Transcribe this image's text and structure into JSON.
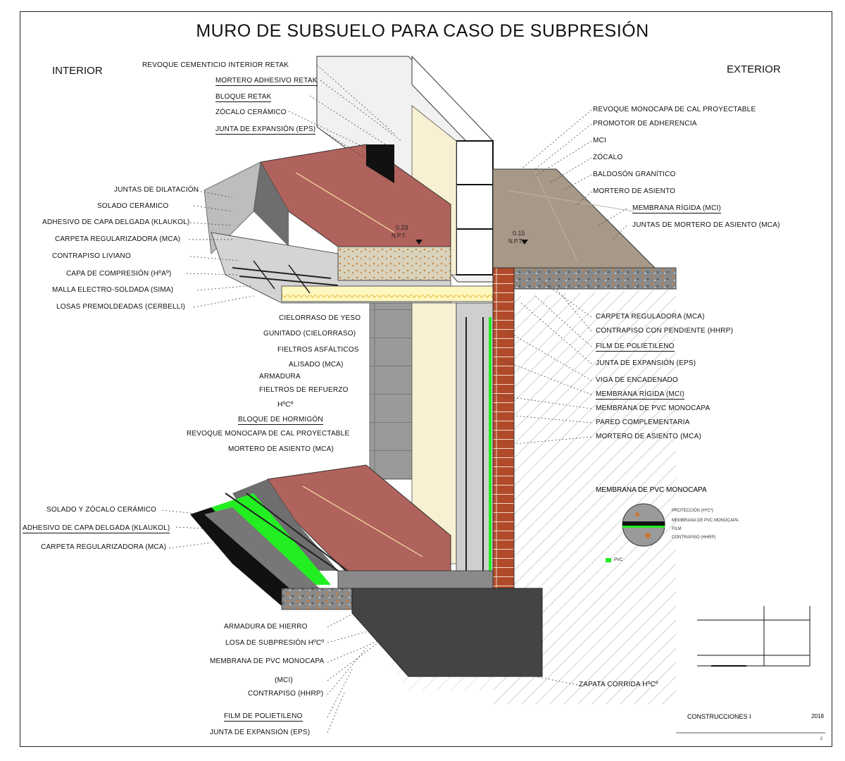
{
  "title": "MURO DE SUBSUELO PARA CASO DE SUBPRESIÓN",
  "sides": {
    "interior": "INTERIOR",
    "exterior": "EXTERIOR"
  },
  "labels_left_top": [
    "REVOQUE CEMENTICIO INTERIOR RETAK",
    "MORTERO ADHESIVO RETAK",
    "BLOQUE RETAK",
    "ZÓCALO CERÁMICO",
    "JUNTA DE EXPANSIÓN (EPS)"
  ],
  "labels_left_mid": [
    "JUNTAS DE DILATACIÓN",
    "SOLADO CERÁMICO",
    "ADHESIVO DE CAPA DELGADA (KLAUKOL)",
    "CARPETA REGULARIZADORA (MCA)",
    "CONTRAPISO LIVIANO",
    "CAPA DE COMPRESIÓN (HºAº)",
    "MALLA ELECTRO-SOLDADA (SIMA)",
    "LOSAS PREMOLDEADAS (CERBELLI)"
  ],
  "labels_center": [
    "CIELORRASO DE YESO",
    "GUNITADO (CIELORRASO)",
    "FIELTROS ASFÁLTICOS",
    "ALISADO (MCA)",
    "ARMADURA",
    "FIELTROS DE REFUERZO",
    "HºCº",
    "BLOQUE DE HORMIGÓN",
    "REVOQUE MONOCAPA DE CAL PROYECTABLE",
    "MORTERO DE ASIENTO (MCA)"
  ],
  "labels_left_bottom": [
    "SOLADO Y ZÓCALO CERÁMICO",
    "ADHESIVO DE CAPA DELGADA (KLAUKOL)",
    "CARPETA REGULARIZADORA (MCA)"
  ],
  "labels_bottom": [
    "ARMADURA DE HIERRO",
    "LOSA DE SUBPRESIÓN HºCº",
    "MEMBRANA DE PVC MONOCAPA",
    "(MCI)",
    "CONTRAPISO (HHRP)",
    "FILM DE POLIETILENO",
    "JUNTA DE EXPANSIÓN (EPS)"
  ],
  "labels_right_top": [
    "REVOQUE MONOCAPA DE CAL PROYECTABLE",
    "PROMOTOR DE ADHERENCIA",
    "MCI",
    "ZÓCALO",
    "BALDOSÓN GRANÍTICO",
    "MORTERO DE ASIENTO",
    "MEMBRANA RÍGIDA (MCI)",
    "JUNTAS DE MORTERO DE ASIENTO (MCA)"
  ],
  "labels_right_mid": [
    "CARPETA REGULADORA (MCA)",
    "CONTRAPISO CON PENDIENTE (HHRP)",
    "FILM DE POLIETILENO",
    "JUNTA DE EXPANSIÓN (EPS)",
    "VIGA DE ENCADENADO",
    "MEMBRANA RÍGIDA (MCI)",
    "MEMBRANA DE PVC MONOCAPA",
    "PARED COMPLEMENTARIA",
    "MORTERO DE ASIENTO (MCA)"
  ],
  "zapata_label": "ZAPATA CORRIDA HºCº",
  "levels": {
    "interior": "0.23",
    "interior_sub": "N.P.T.",
    "exterior": "0.15",
    "exterior_sub": "N.P.T."
  },
  "legend": {
    "title": "MEMBRANA DE PVC MONOCAPA",
    "items": [
      "PROTECCIÓN (HºCº)",
      "MEMBRANA DE PVC MONOCAPA",
      "FILM",
      "CONTRAPISO (HHRP)"
    ],
    "color_label": "PVC"
  },
  "cartouche": {
    "course": "CONSTRUCCIONES I",
    "year": "2018",
    "sheet": "2"
  },
  "colors": {
    "floor_red": "#b0625c",
    "cream": "#f7f0d2",
    "brick": "#b04a2a",
    "granite": "#a89888",
    "concrete_dark": "#444444",
    "pvc_green": "#22ee22",
    "block_gray": "#9a9a9a"
  }
}
